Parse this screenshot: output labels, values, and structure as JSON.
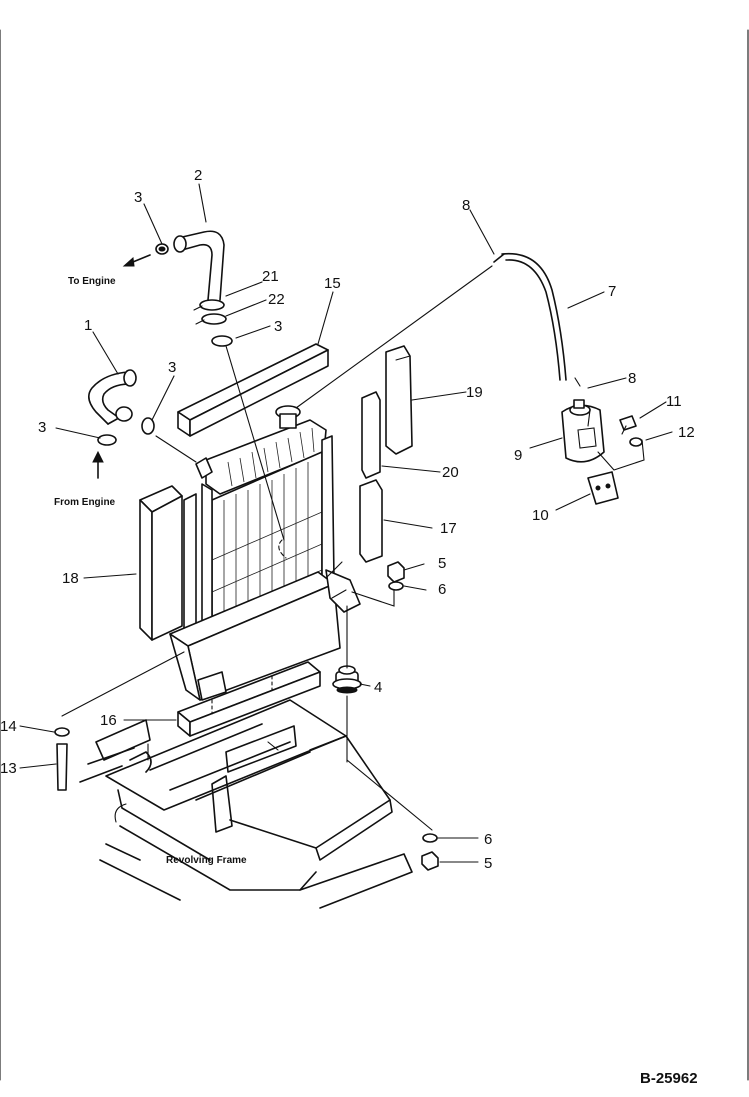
{
  "reference": "B-25962",
  "captions": {
    "to_engine": "To Engine",
    "from_engine": "From Engine",
    "revolving_frame": "Revolving Frame"
  },
  "callouts": [
    "1",
    "2",
    "3",
    "3",
    "3",
    "3",
    "4",
    "5",
    "5",
    "6",
    "6",
    "7",
    "8",
    "8",
    "9",
    "10",
    "11",
    "12",
    "13",
    "14",
    "15",
    "16",
    "17",
    "18",
    "19",
    "20",
    "21",
    "22"
  ]
}
